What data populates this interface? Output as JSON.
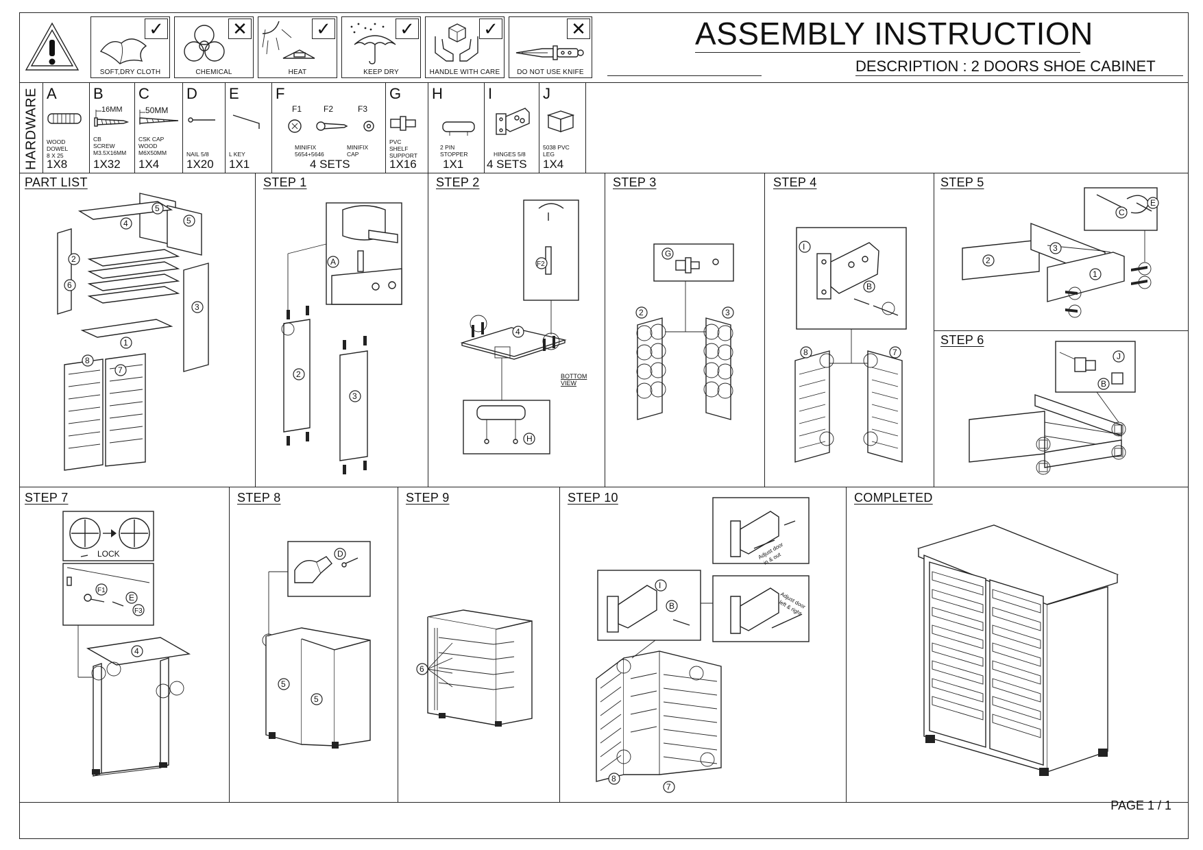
{
  "header": {
    "title": "ASSEMBLY INSTRUCTION",
    "description": "DESCRIPTION : 2 DOORS SHOE CABINET"
  },
  "warnings": [
    {
      "caption": "SOFT,DRY CLOTH",
      "mark": "✓",
      "icon": "cloth-icon"
    },
    {
      "caption": "CHEMICAL",
      "mark": "✕",
      "icon": "biohazard-icon"
    },
    {
      "caption": "HEAT",
      "mark": "✓",
      "icon": "sun-heat-icon"
    },
    {
      "caption": "KEEP DRY",
      "mark": "✓",
      "icon": "umbrella-icon"
    },
    {
      "caption": "HANDLE WITH CARE",
      "mark": "✓",
      "icon": "handle-care-icon"
    },
    {
      "caption": "DO NOT USE KNIFE",
      "mark": "✕",
      "icon": "knife-icon"
    }
  ],
  "hardware": {
    "label": "HARDWARE",
    "items": [
      {
        "letter": "A",
        "desc": "WOOD\nDOWEL\n8 X 25",
        "qty": "1X8"
      },
      {
        "letter": "B",
        "desc": "CB\nSCREW\nM3.5X16MM",
        "qty": "1X32",
        "dim": "16MM"
      },
      {
        "letter": "C",
        "desc": "CSK CAP\nWOOD\nM6X50MM",
        "qty": "1X4",
        "dim": "50MM"
      },
      {
        "letter": "D",
        "desc": "NAIL 5/8",
        "qty": "1X20"
      },
      {
        "letter": "E",
        "desc": "L KEY",
        "qty": "1X1"
      },
      {
        "letter": "F",
        "desc": "MINIFIX\n5654+5646",
        "desc2": "MINIFIX\nCAP",
        "qty": "4 SETS",
        "subs": [
          "F1",
          "F2",
          "F3"
        ]
      },
      {
        "letter": "G",
        "desc": "PVC\nSHELF\nSUPPORT",
        "qty": "1X16"
      },
      {
        "letter": "H",
        "desc": "2 PIN\nSTOPPER",
        "qty": "1X1"
      },
      {
        "letter": "I",
        "desc": "HINGES 5/8",
        "qty": "4 SETS"
      },
      {
        "letter": "J",
        "desc": "5038 PVC\nLEG",
        "qty": "1X4"
      }
    ]
  },
  "sections": {
    "part_list": "PART LIST",
    "step1": "STEP 1",
    "step2": "STEP 2",
    "step3": "STEP 3",
    "step4": "STEP 4",
    "step5": "STEP 5",
    "step6": "STEP 6",
    "step7": "STEP 7",
    "step8": "STEP 8",
    "step9": "STEP 9",
    "step10": "STEP 10",
    "completed": "COMPLETED"
  },
  "annotations": {
    "bottom_view": "BOTTOM\nVIEW",
    "lock": "LOCK",
    "adjust_in_out": "Adjust door\nin & out",
    "adjust_left_right": "Adjust door\nleft & right"
  },
  "footer": {
    "page": "PAGE 1 / 1"
  }
}
